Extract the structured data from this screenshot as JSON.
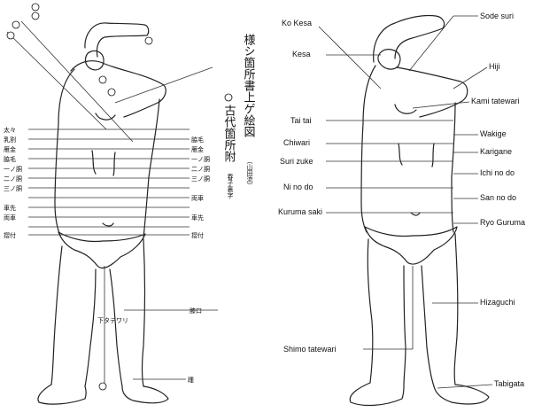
{
  "japanese_title": {
    "main": "様シ箇所書上ゲ絵図",
    "school": "（山田流）",
    "sub": "古代箇所附",
    "note": "春子裏字"
  },
  "left_labels": [
    "太々",
    "乳割",
    "雁金",
    "脇毛",
    "一ノ胴",
    "二ノ胴",
    "三ノ胴",
    "車先",
    "両車",
    "摺付"
  ],
  "right_labels": [
    "脇毛",
    "雁金",
    "一ノ胴",
    "二ノ胴",
    "三ノ胴",
    "両車",
    "車先",
    "摺付"
  ],
  "leg_labels": [
    "膝口",
    "下タテワリ",
    "踵"
  ],
  "cut_labels": [
    {
      "id": "ko-kesa",
      "text": "Ko Kesa",
      "side": "left"
    },
    {
      "id": "kesa",
      "text": "Kesa",
      "side": "left"
    },
    {
      "id": "tai-tai",
      "text": "Tai tai",
      "side": "left"
    },
    {
      "id": "chiwari",
      "text": "Chiwari",
      "side": "left"
    },
    {
      "id": "suri-zuke",
      "text": "Suri zuke",
      "side": "left"
    },
    {
      "id": "ni-no-do",
      "text": "Ni no do",
      "side": "left"
    },
    {
      "id": "kuruma-saki",
      "text": "Kuruma saki",
      "side": "left"
    },
    {
      "id": "shimo-tatewari",
      "text": "Shimo tatewari",
      "side": "left"
    },
    {
      "id": "sode-suri",
      "text": "Sode suri",
      "side": "right"
    },
    {
      "id": "hiji",
      "text": "Hiji",
      "side": "right"
    },
    {
      "id": "kami-tatewari",
      "text": "Kami tatewari",
      "side": "right"
    },
    {
      "id": "wakige",
      "text": "Wakige",
      "side": "right"
    },
    {
      "id": "karigane",
      "text": "Karigane",
      "side": "right"
    },
    {
      "id": "ichi-no-do",
      "text": "Ichi no do",
      "side": "right"
    },
    {
      "id": "san-no-do",
      "text": "San no do",
      "side": "right"
    },
    {
      "id": "ryo-guruma",
      "text": "Ryo Guruma",
      "side": "right"
    },
    {
      "id": "hizaguchi",
      "text": "Hizaguchi",
      "side": "right"
    },
    {
      "id": "tabigata",
      "text": "Tabigata",
      "side": "right"
    }
  ]
}
